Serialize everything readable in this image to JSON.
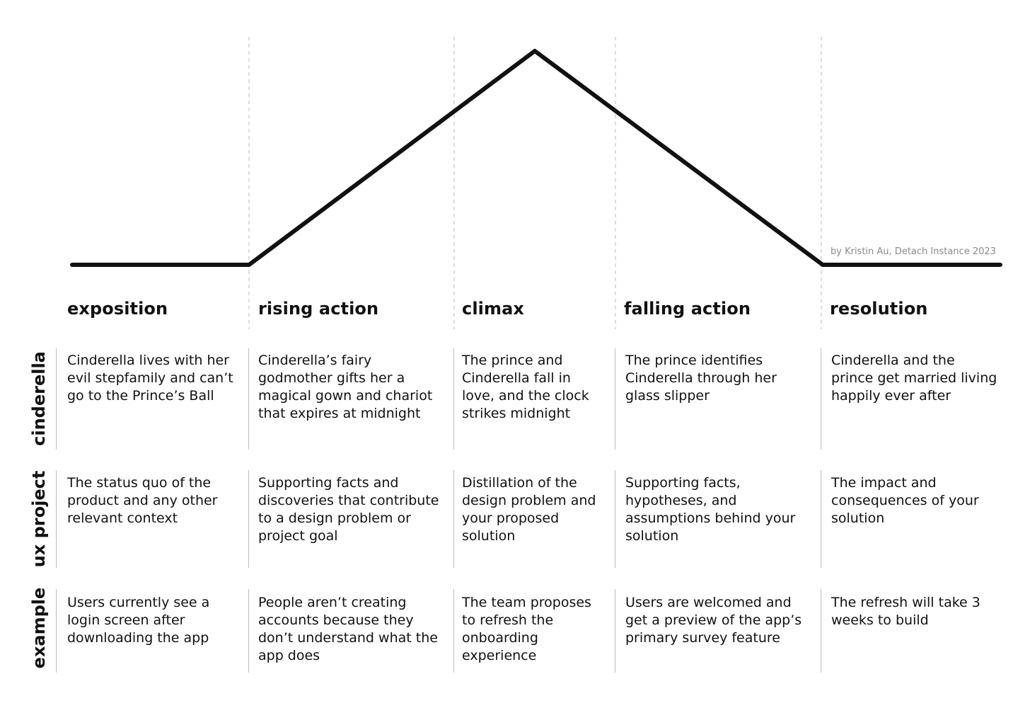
{
  "credit": "by Kristin Au,  Detach Instance 2023",
  "stages": [
    {
      "key": "exposition",
      "label": "exposition"
    },
    {
      "key": "rising",
      "label": "rising action"
    },
    {
      "key": "climax",
      "label": "climax"
    },
    {
      "key": "falling",
      "label": "falling action"
    },
    {
      "key": "resolution",
      "label": "resolution"
    }
  ],
  "rows": [
    {
      "label": "cinderella",
      "cells": [
        "Cinderella lives with her evil stepfamily and can’t go to the Prince’s Ball",
        "Cinderella’s fairy godmother gifts her a magical gown and chariot that expires at midnight",
        "The prince and Cinderella fall in love, and the clock strikes midnight",
        "The prince identifies Cinderella through her glass slipper",
        "Cinderella and the prince get married living happily ever after"
      ]
    },
    {
      "label": "ux project",
      "cells": [
        "The status quo of the product and any other relevant context",
        "Supporting facts and discoveries that contribute to a design problem or project goal",
        "Distillation of the design problem and your proposed solution",
        "Supporting facts, hypotheses, and assumptions behind your solution",
        "The impact and consequences of your solution"
      ]
    },
    {
      "label": "example",
      "cells": [
        "Users currently see a login screen after downloading the app",
        "People aren’t creating accounts because they don’t understand what the app does",
        "The team proposes to refresh the onboarding experience",
        "Users are welcomed and get a preview of the app’s primary survey feature",
        "The refresh will take 3 weeks to build"
      ]
    }
  ],
  "colors": {
    "line": "#111111",
    "divider": "#bdbdbd",
    "credit": "#8a8a8a"
  }
}
